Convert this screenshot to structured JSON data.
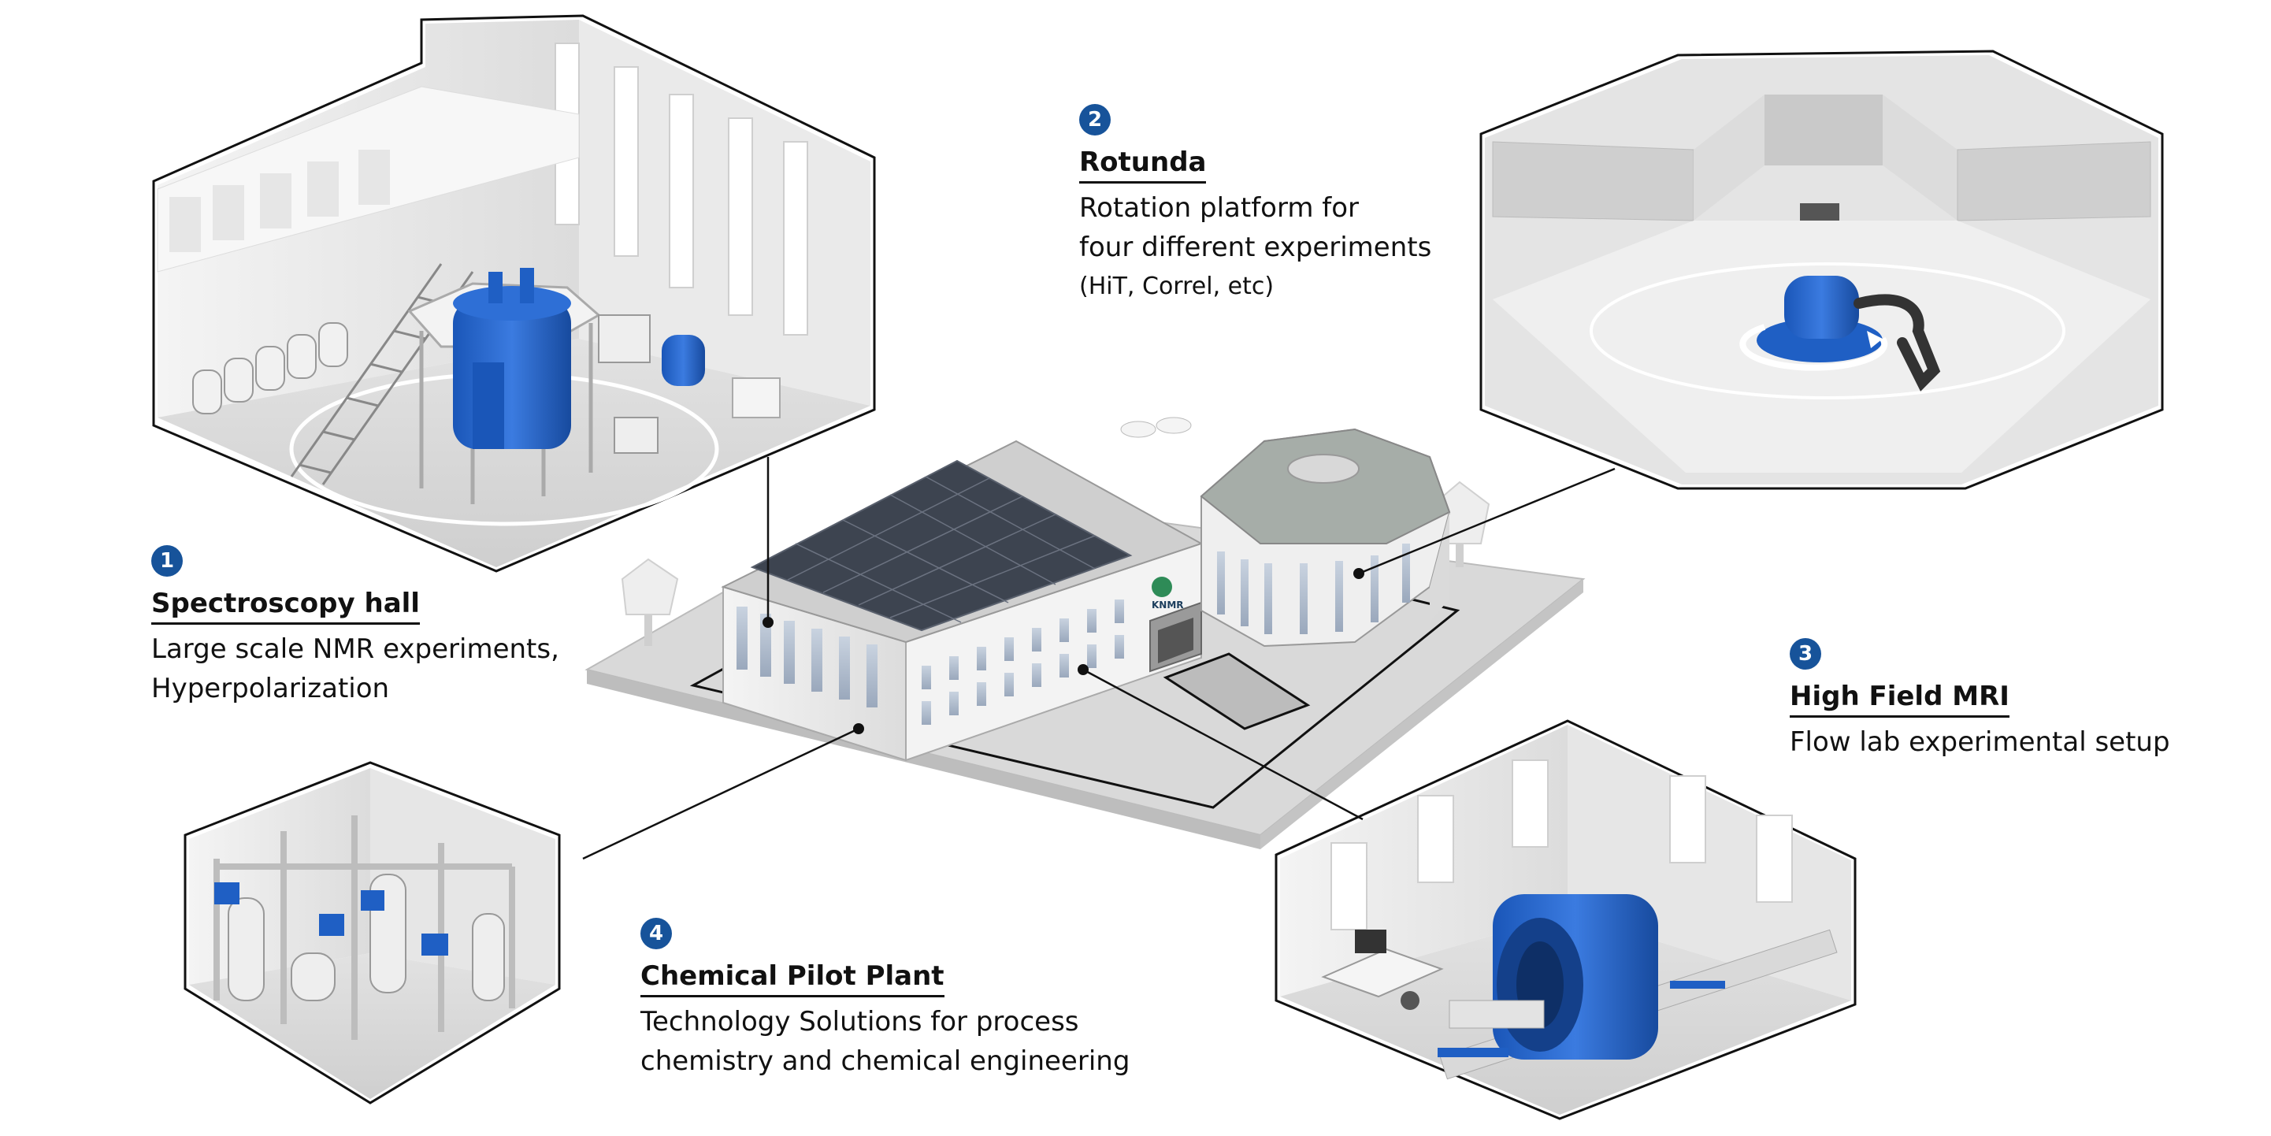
{
  "building": {
    "logo_text": "KNMR"
  },
  "callouts": [
    {
      "number": "1",
      "title": "Spectroscopy hall",
      "lines": [
        "Large scale NMR experiments,",
        "Hyperpolarization"
      ]
    },
    {
      "number": "2",
      "title": "Rotunda",
      "lines": [
        "Rotation platform for",
        "four different experiments",
        "(HiT, Correl, etc)"
      ]
    },
    {
      "number": "3",
      "title": "High Field MRI",
      "lines": [
        "Flow lab experimental setup"
      ]
    },
    {
      "number": "4",
      "title": "Chemical Pilot Plant",
      "lines": [
        "Technology Solutions for process",
        "chemistry and chemical engineering"
      ]
    }
  ],
  "colors": {
    "badge": "#17539a",
    "equipment_blue": "#1f5fc4",
    "roof_panels": "#3d4450",
    "wall": "#e9e9e9",
    "ground": "#d6d6d6"
  }
}
